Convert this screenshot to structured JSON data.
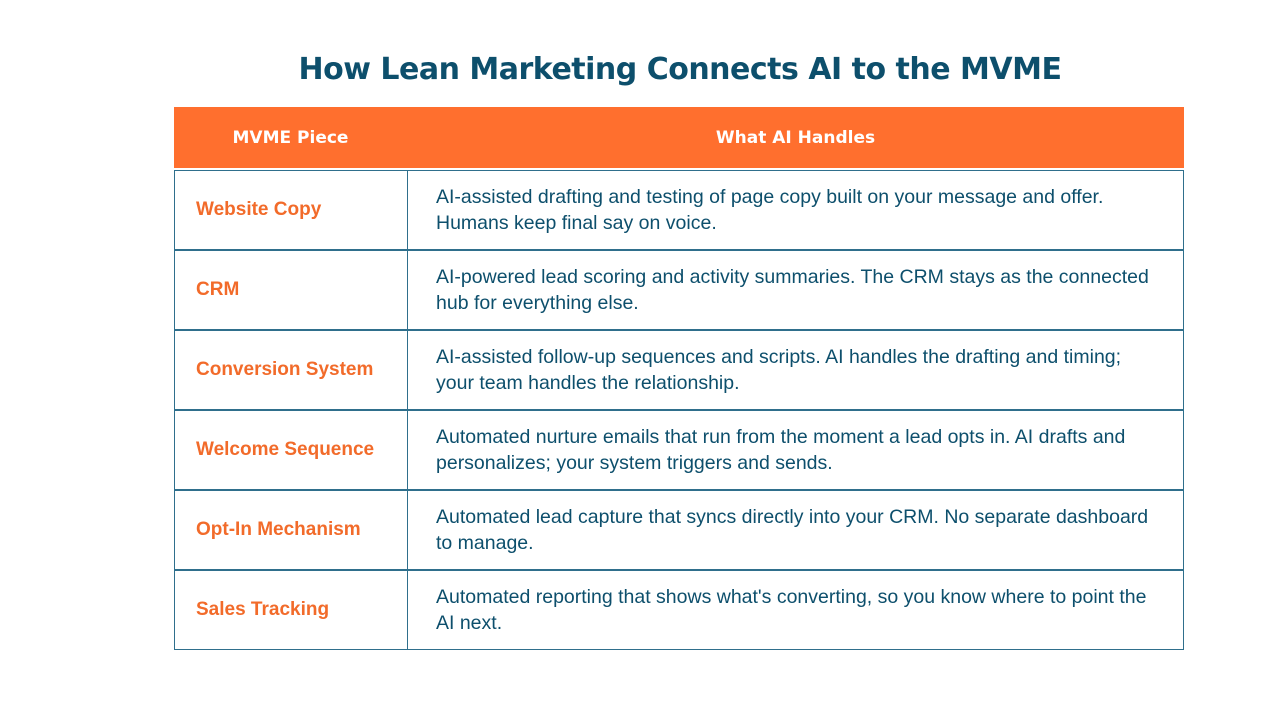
{
  "title": "How Lean Marketing Connects AI to the MVME",
  "table": {
    "headers": [
      "MVME Piece",
      "What AI Handles"
    ],
    "rows": [
      {
        "piece": "Website Copy",
        "ai": "AI-assisted drafting and testing of page copy built on your message and offer. Humans keep final say on voice."
      },
      {
        "piece": "CRM",
        "ai": "AI-powered lead scoring and activity summaries. The CRM stays as the connected hub for everything else."
      },
      {
        "piece": "Conversion System",
        "ai": "AI-assisted follow-up sequences and scripts. AI handles the drafting and timing; your team handles the relationship."
      },
      {
        "piece": "Welcome Sequence",
        "ai": "Automated nurture emails that run from the moment a lead opts in. AI drafts and personalizes; your system triggers and sends."
      },
      {
        "piece": "Opt-In Mechanism",
        "ai": "Automated lead capture that syncs directly into your CRM. No separate dashboard to manage."
      },
      {
        "piece": "Sales Tracking",
        "ai": "Automated reporting that shows what's converting, so you know where to point the AI next."
      }
    ]
  },
  "colors": {
    "header_bg": "#ff6f2e",
    "title_text": "#0d4f6c",
    "piece_text": "#f26b2a",
    "body_text": "#0d4f6c",
    "border": "#2f6f8c"
  }
}
